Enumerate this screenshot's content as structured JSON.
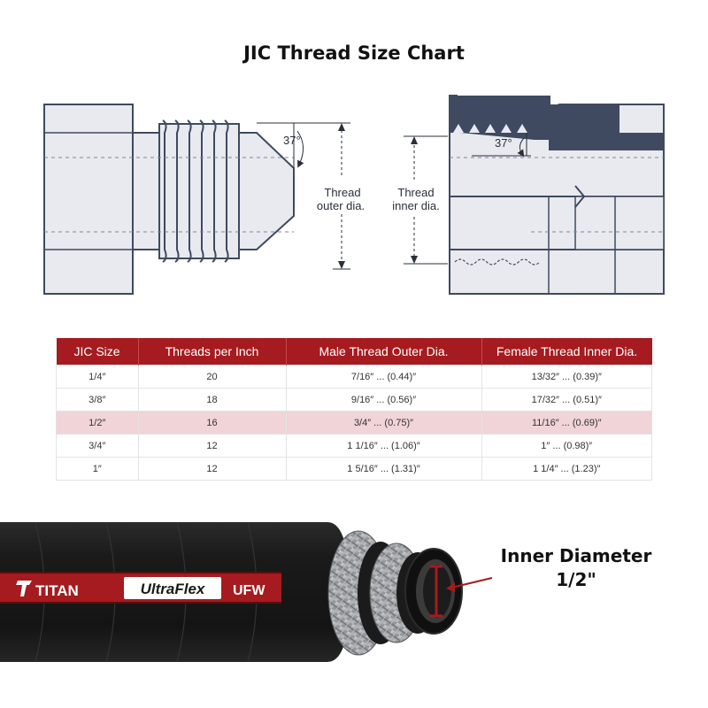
{
  "title": "JIC Thread Size Chart",
  "diagram": {
    "male_angle": "37°",
    "female_angle": "37°",
    "outer_label_1": "Thread",
    "outer_label_2": "outer dia.",
    "inner_label_1": "Thread",
    "inner_label_2": "inner dia."
  },
  "table": {
    "headers": [
      "JIC Size",
      "Threads per Inch",
      "Male Thread Outer Dia.",
      "Female Thread Inner Dia."
    ],
    "rows": [
      [
        "1/4″",
        "20",
        "7/16″ ... (0.44)″",
        "13/32″ ... (0.39)″"
      ],
      [
        "3/8″",
        "18",
        "9/16″ ... (0.56)″",
        "17/32″ ... (0.51)″"
      ],
      [
        "1/2″",
        "16",
        "3/4″ ... (0.75)″",
        "11/16″ ... (0.69)″"
      ],
      [
        "3/4″",
        "12",
        "1 1/16″ ... (1.06)″",
        "1″ ... (0.98)″"
      ],
      [
        "1″",
        "12",
        "1 5/16″ ... (1.31)″",
        "1 1/4″ ... (1.23)″"
      ]
    ],
    "highlight_row": 2
  },
  "hose": {
    "brand": "TITAN",
    "product": "UltraFlex",
    "code": "UFW"
  },
  "callout": {
    "line1": "Inner Diameter",
    "line2": "1/2\""
  },
  "colors": {
    "accent": "#a51b1f",
    "highlight": "#f0d4d8",
    "steel": "#3f4a60",
    "drawing_bg": "#e8eaef"
  }
}
